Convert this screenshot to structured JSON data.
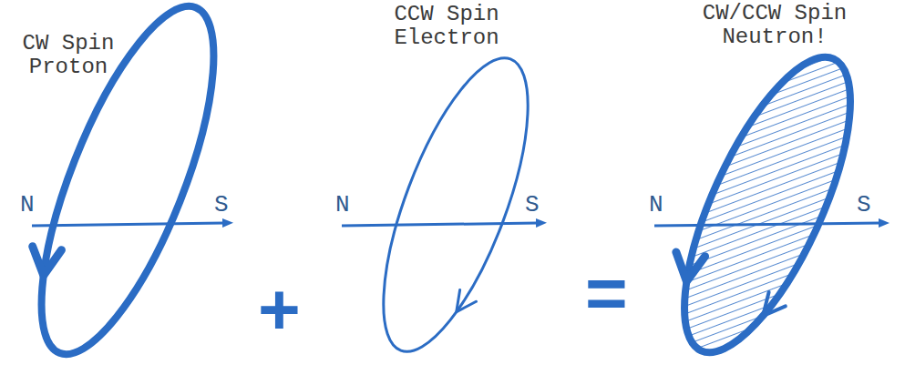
{
  "diagram": {
    "labels": [
      "CW Spin Proton",
      "CCW Spin Electron",
      "CW/CCW Spin Neutron!",
      "N",
      "S",
      "+",
      "N",
      "S",
      "=",
      "N",
      "S"
    ]
  }
}
